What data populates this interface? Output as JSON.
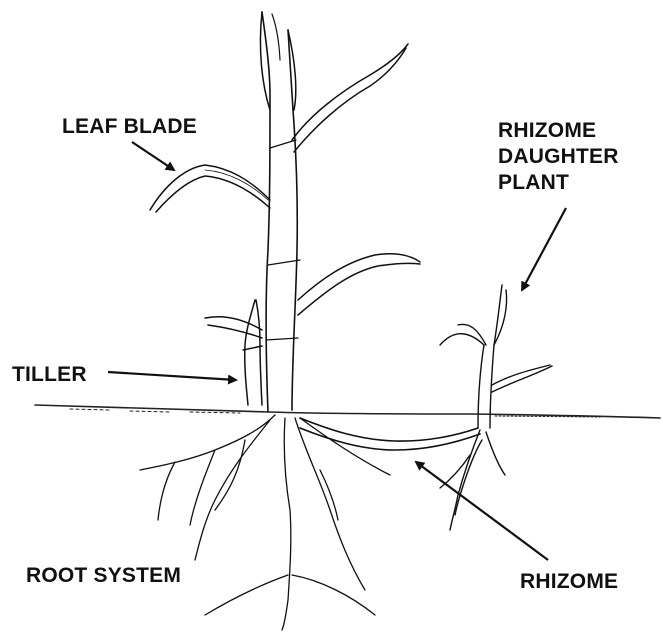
{
  "labels": {
    "leaf_blade": "LEAF BLADE",
    "daughter_line1": "RHIZOME",
    "daughter_line2": "DAUGHTER",
    "daughter_line3": "PLANT",
    "tiller": "TILLER",
    "root_system": "ROOT SYSTEM",
    "rhizome": "RHIZOME"
  },
  "colors": {
    "ink": "#111111",
    "background": "#ffffff"
  }
}
